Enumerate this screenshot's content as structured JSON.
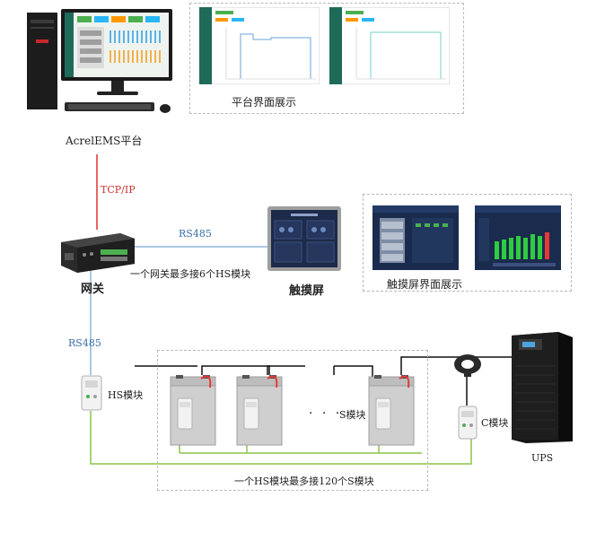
{
  "labels": {
    "platform": "AcrelEMS平台",
    "tcpip": "TCP/IP",
    "rs485_h": "RS485",
    "rs485_v": "RS485",
    "gateway": "网关",
    "gateway_note": "一个网关最多接6个HS模块",
    "touchscreen": "触摸屏",
    "platform_display": "平台界面展示",
    "touch_display": "触摸屏界面展示",
    "hs_module": "HS模块",
    "s_module": "S模块",
    "c_module": "C模块",
    "ups": "UPS",
    "hs_note": "一个HS模块最多接120个S模块",
    "ellipsis": "· · ·"
  },
  "colors": {
    "tcpip_line": "#e0342f",
    "rs485_line": "#8fb6d9",
    "green_wire": "#8bc34a",
    "black_wire": "#111111",
    "red_lead": "#e53935",
    "rs485_text": "#3a6ea8",
    "tcpip_text": "#d32f2f"
  },
  "icons": {
    "computer": "desktop-computer-icon",
    "gateway": "gateway-device-icon",
    "touchscreen": "touchscreen-panel-icon",
    "battery": "battery-icon",
    "hs_module": "hs-module-icon",
    "c_module": "c-module-icon",
    "ct_sensor": "current-sensor-icon",
    "ups": "ups-cabinet-icon"
  }
}
